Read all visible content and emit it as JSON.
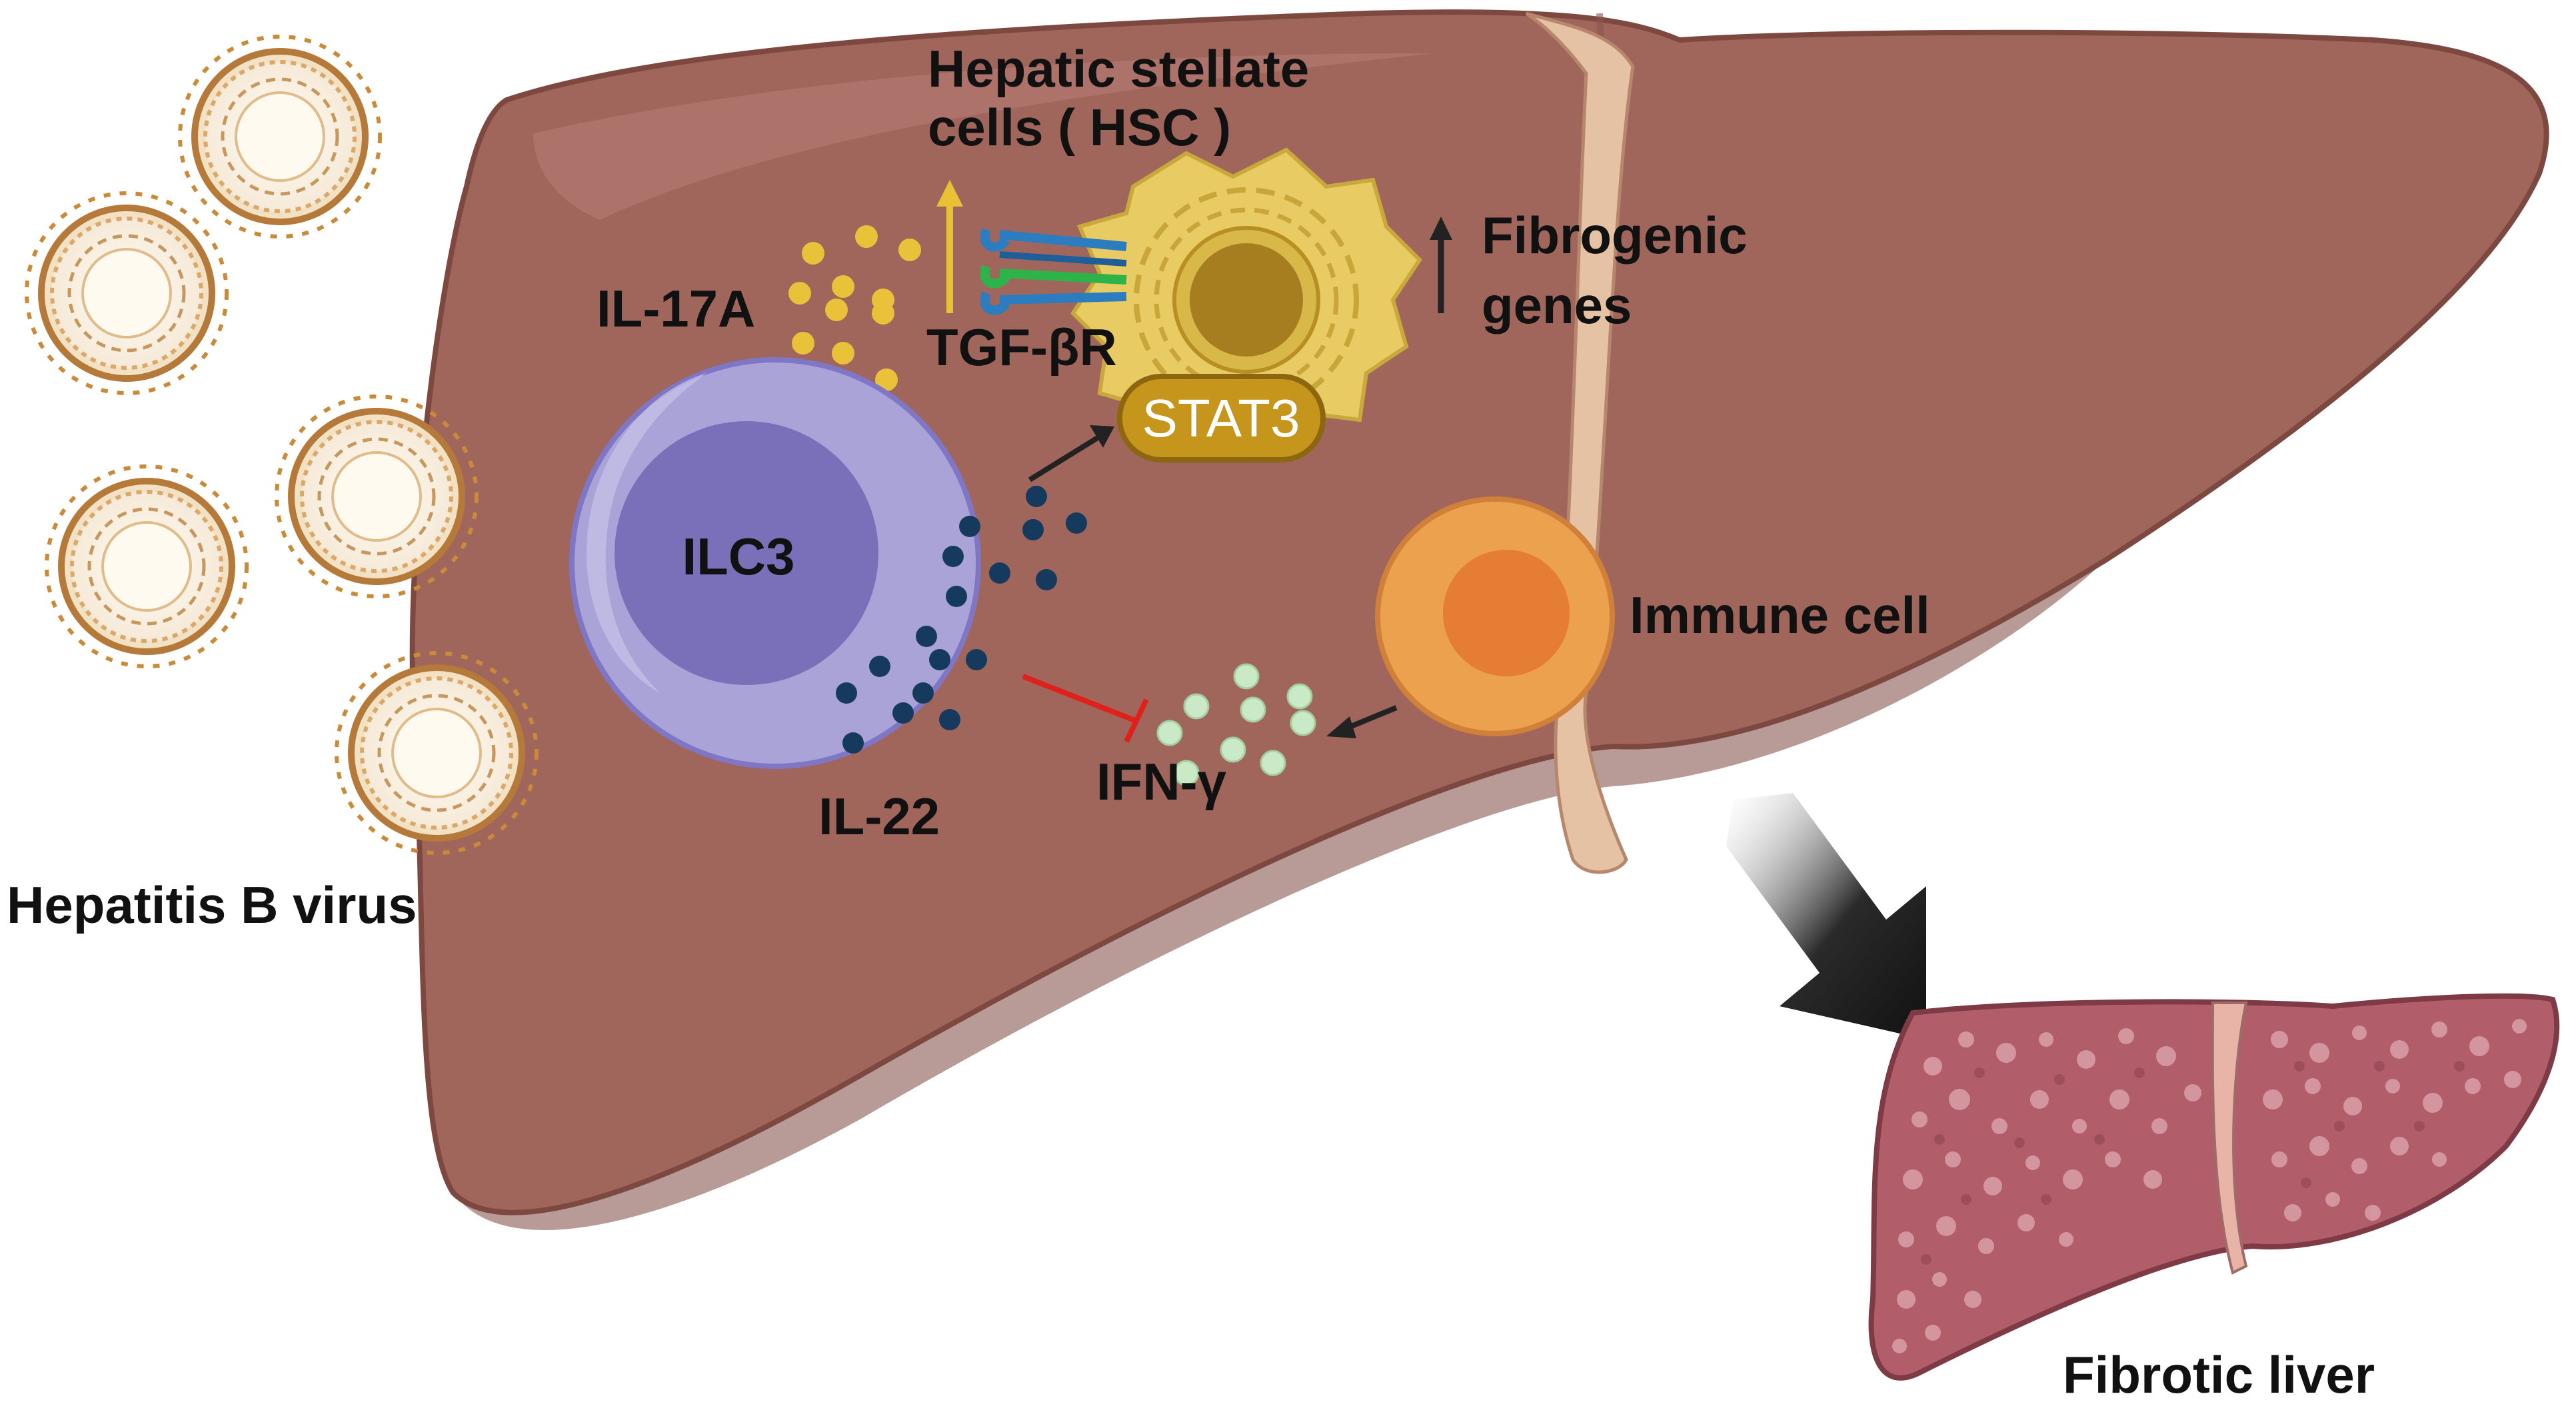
{
  "labels": {
    "hsc_line1": "Hepatic stellate",
    "hsc_line2": "cells ( HSC )",
    "fibrogenic_line1": "Fibrogenic",
    "fibrogenic_line2": "genes",
    "il17a": "IL-17A",
    "tgfbr": "TGF-βR",
    "stat3": "STAT3",
    "ilc3": "ILC3",
    "immune_cell": "Immune cell",
    "il22": "IL-22",
    "ifng": "IFN-γ",
    "hbv": "Hepatitis B virus",
    "fibrotic_liver": "Fibrotic liver"
  },
  "colors": {
    "liver": "#a0665c",
    "liver_dark": "#7d4840",
    "ligament": "#e6c2a4",
    "ilc3_outer": "#a9a3d8",
    "ilc3_inner": "#7a6fb9",
    "hsc": "#e8cb62",
    "hsc_nucleus": "#a67d1f",
    "stat3": "#c6951c",
    "il17a_dots": "#e9c23a",
    "il22_dots": "#163a5e",
    "ifng_dots": "#c9e9c7",
    "immune_outer": "#eba14e",
    "immune_inner": "#e57d35",
    "inhibit": "#e0201b",
    "fibrotic_liver": "#b15e6a"
  }
}
